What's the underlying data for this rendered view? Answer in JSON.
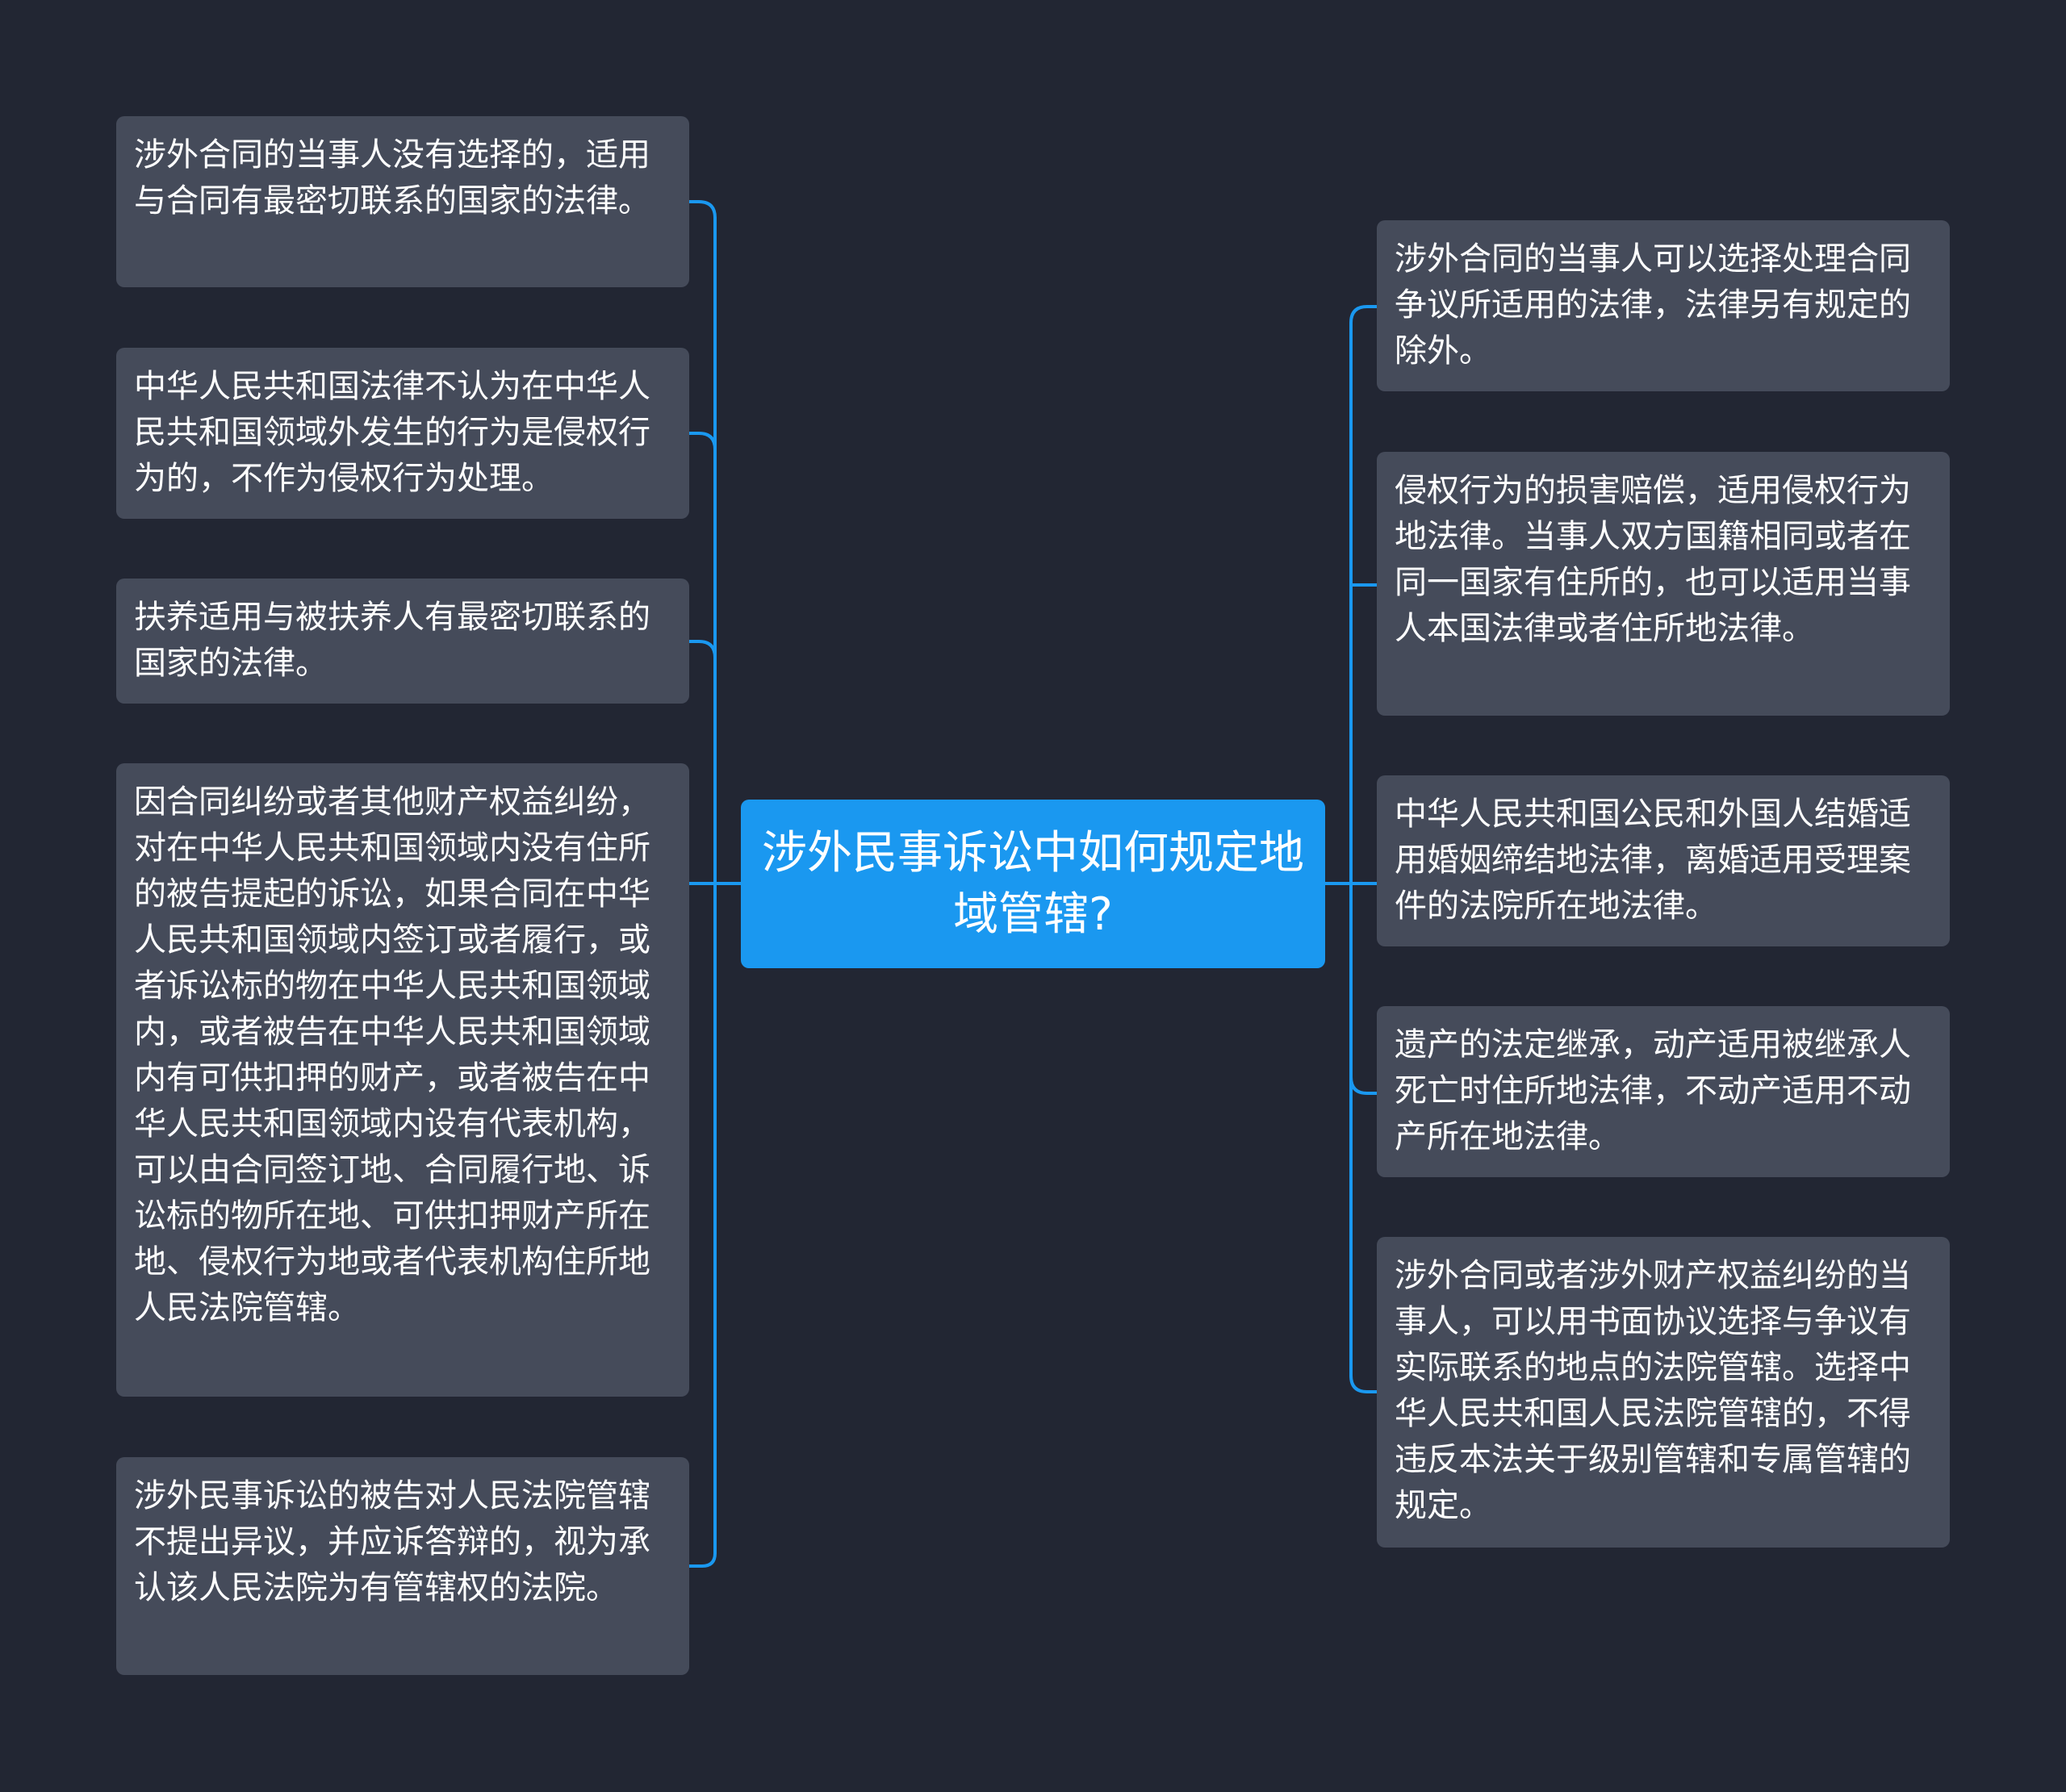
{
  "root": {
    "text": "涉外民事诉讼中如何规定地域管辖?"
  },
  "left": [
    {
      "text": "涉外合同的当事人没有选择的，适用与合同有最密切联系的国家的法律。"
    },
    {
      "text": "中华人民共和国法律不认为在中华人民共和国领域外发生的行为是侵权行为的，不作为侵权行为处理。"
    },
    {
      "text": "扶养适用与被扶养人有最密切联系的国家的法律。"
    },
    {
      "text": "因合同纠纷或者其他财产权益纠纷，对在中华人民共和国领域内没有住所的被告提起的诉讼，如果合同在中华人民共和国领域内签订或者履行，或者诉讼标的物在中华人民共和国领域内，或者被告在中华人民共和国领域内有可供扣押的财产，或者被告在中华人民共和国领域内设有代表机构，可以由合同签订地、合同履行地、诉讼标的物所在地、可供扣押财产所在地、侵权行为地或者代表机构住所地人民法院管辖。"
    },
    {
      "text": "涉外民事诉讼的被告对人民法院管辖不提出异议，并应诉答辩的，视为承认该人民法院为有管辖权的法院。"
    }
  ],
  "right": [
    {
      "text": "涉外合同的当事人可以选择处理合同争议所适用的法律，法律另有规定的除外。"
    },
    {
      "text": "侵权行为的损害赔偿，适用侵权行为地法律。当事人双方国籍相同或者在同一国家有住所的，也可以适用当事人本国法律或者住所地法律。"
    },
    {
      "text": "中华人民共和国公民和外国人结婚适用婚姻缔结地法律，离婚适用受理案件的法院所在地法律。"
    },
    {
      "text": "遗产的法定继承，动产适用被继承人死亡时住所地法律，不动产适用不动产所在地法律。"
    },
    {
      "text": "涉外合同或者涉外财产权益纠纷的当事人，可以用书面协议选择与争议有实际联系的地点的法院管辖。选择中华人民共和国人民法院管辖的，不得违反本法关于级别管辖和专属管辖的规定。"
    }
  ],
  "colors": {
    "background": "#222633",
    "node": "#454b5a",
    "root": "#1a98f0",
    "connector": "#1a98f0",
    "text": "#ffffff"
  }
}
